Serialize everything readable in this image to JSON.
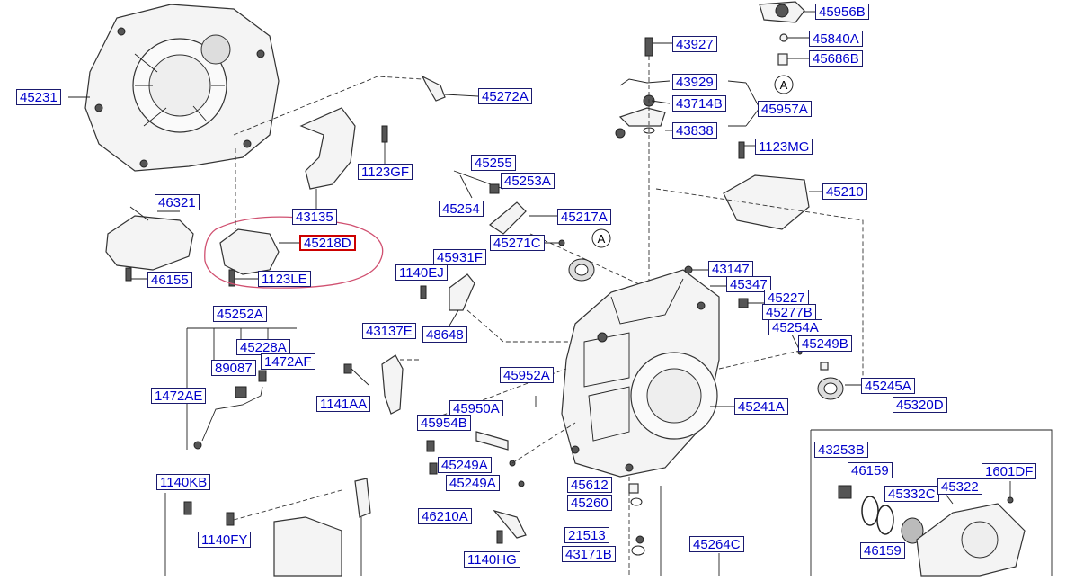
{
  "accent_color": "#0000cc",
  "highlight_color": "#cc0000",
  "markers": {
    "a": "A"
  },
  "labels": {
    "p45956B": "45956B",
    "p45840A": "45840A",
    "p45686B": "45686B",
    "p43927": "43927",
    "p43929": "43929",
    "p43714B": "43714B",
    "p45957A": "45957A",
    "p43838": "43838",
    "p1123MG": "1123MG",
    "p45210": "45210",
    "p45231": "45231",
    "p45272A": "45272A",
    "p1123GF": "1123GF",
    "p46321": "46321",
    "p43135": "43135",
    "p45218D": "45218D",
    "p46155": "46155",
    "p1123LE": "1123LE",
    "p45255": "45255",
    "p45253A": "45253A",
    "p45254": "45254",
    "p45217A": "45217A",
    "p45271C": "45271C",
    "p45931F": "45931F",
    "p1140EJ": "1140EJ",
    "p43147": "43147",
    "p45347": "45347",
    "p45227": "45227",
    "p45277B": "45277B",
    "p45254A": "45254A",
    "p45249B": "45249B",
    "p45252A": "45252A",
    "p43137E": "43137E",
    "p48648": "48648",
    "p45228A": "45228A",
    "p89087": "89087",
    "p1472AF": "1472AF",
    "p1141AA": "1141AA",
    "p45952A": "45952A",
    "p45245A": "45245A",
    "p1472AE": "1472AE",
    "p45950A": "45950A",
    "p45241A": "45241A",
    "p45320D": "45320D",
    "p45954B": "45954B",
    "p43253B": "43253B",
    "p45249A_1": "45249A",
    "p46159_1": "46159",
    "p1601DF": "1601DF",
    "p1140KB": "1140KB",
    "p45249A_2": "45249A",
    "p45612": "45612",
    "p45332C": "45332C",
    "p45322": "45322",
    "p45260": "45260",
    "p46210A": "46210A",
    "p1140FY": "1140FY",
    "p21513": "21513",
    "p45264C": "45264C",
    "p46159_2": "46159",
    "p43171B": "43171B",
    "p1140HG": "1140HG"
  }
}
